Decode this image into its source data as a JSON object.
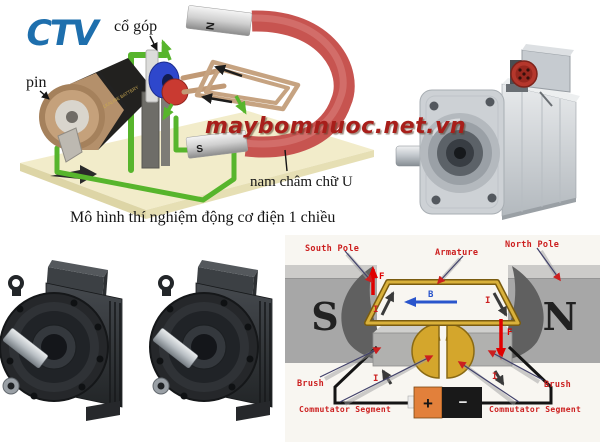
{
  "colors": {
    "logo_blue": "#1e6fad",
    "watermark_red": "#a81e1a",
    "diagram_label_red": "#cc1f1f",
    "magnet_red": "#c75450",
    "wire_green": "#57b52c",
    "copper": "#c6a381",
    "base_cream": "#f2ecca",
    "armature_gold": "#d4a62c",
    "field_blue": "#2a55cc",
    "force_red": "#e00000",
    "pole_gray": "#a7a7a7",
    "battery_orange": "#e2803b"
  },
  "experiment": {
    "logo_text": "CTV",
    "label_commutator": "cổ góp",
    "label_battery": "pin",
    "label_magnet": "nam châm chữ U",
    "magnet_pole_n": "N",
    "magnet_pole_s": "S",
    "battery_text": "ALKALINE BATTERY",
    "watermark": "maybomnuoc.net.vn",
    "caption": "Mô hình thí nghiệm động cơ điện 1 chiều"
  },
  "principle": {
    "label_south_pole": "South Pole",
    "label_armature": "Armature",
    "label_north_pole": "North Pole",
    "label_brush": "Brush",
    "label_commutator_segment": "Commutator Segment",
    "pole_s": "S",
    "pole_n": "N",
    "field_b": "B",
    "force_f": "F",
    "current_i": "I",
    "battery_plus": "+",
    "battery_minus": "−"
  }
}
